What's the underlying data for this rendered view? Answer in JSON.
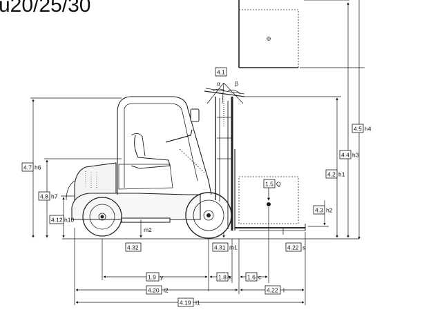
{
  "title": "u20/25/30",
  "angle_labels": {
    "alpha": "α",
    "beta": "β"
  },
  "callouts": {
    "c4_1": {
      "code": "4.1",
      "sym": ""
    },
    "c4_5": {
      "code": "4.5",
      "sym": "h4"
    },
    "c4_4": {
      "code": "4.4",
      "sym": "h3"
    },
    "c4_2": {
      "code": "4.2",
      "sym": "h1"
    },
    "c4_7": {
      "code": "4.7",
      "sym": "h6"
    },
    "c4_8": {
      "code": "4.8",
      "sym": "h7"
    },
    "c4_12": {
      "code": "4.12",
      "sym": "h10"
    },
    "c1_5": {
      "code": "1.5",
      "sym": "Q"
    },
    "c4_3": {
      "code": "4.3",
      "sym": "h2"
    },
    "c4_32": {
      "code": "4.32",
      "sym": ""
    },
    "c4_31": {
      "code": "4.31",
      "sym": "m1"
    },
    "c4_22s": {
      "code": "4.22",
      "sym": "s"
    },
    "c1_9": {
      "code": "1.9",
      "sym": "y"
    },
    "c1_8": {
      "code": "1.8",
      "sym": "x"
    },
    "c1_6": {
      "code": "1.6",
      "sym": "c"
    },
    "c4_20": {
      "code": "4.20",
      "sym": "l2"
    },
    "c4_22l": {
      "code": "4.22",
      "sym": "l"
    },
    "c4_19": {
      "code": "4.19",
      "sym": "l1"
    }
  },
  "m2_label": "m2"
}
